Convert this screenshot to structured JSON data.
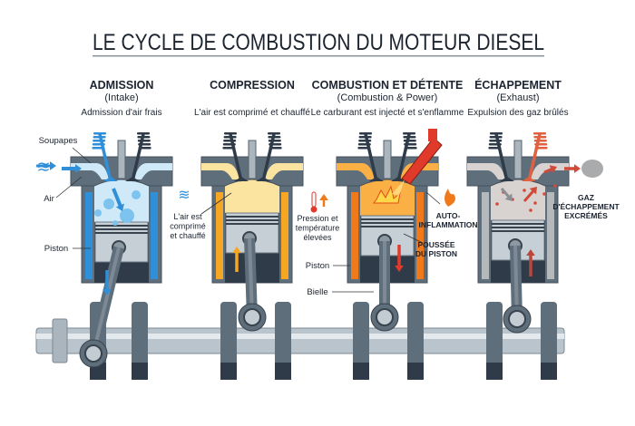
{
  "title": "LE CYCLE DE COMBUSTION DU MOTEUR DIESEL",
  "colors": {
    "steel": "#5f6e7b",
    "steel_dark": "#2f3b48",
    "steel_light": "#c9d2d9",
    "intake": "#2f8fd8",
    "intake_light": "#cfe9f8",
    "compress": "#f5b82e",
    "compress_light": "#fbe4a0",
    "fire": "#f0661b",
    "fire_light": "#fbb045",
    "exhaust": "#9ea3a6",
    "exhaust_light": "#d8d2d0",
    "red": "#e03a2a",
    "title_rule": "#8a949c"
  },
  "stages": [
    {
      "title": "ADMISSION",
      "subtitle": "(Intake)",
      "desc": "Admission d'air frais"
    },
    {
      "title": "COMPRESSION",
      "subtitle": "",
      "desc": "L'air est comprimé et chauffé"
    },
    {
      "title": "COMBUSTION ET DÉTENTE",
      "subtitle": "(Combustion & Power)",
      "desc": "Le carburant est injecté et s'enflamme"
    },
    {
      "title": "ÉCHAPPEMENT",
      "subtitle": "(Exhaust)",
      "desc": "Expulsion des gaz brûlés"
    }
  ],
  "labels": {
    "soupapes": "Soupapes",
    "air": "Air",
    "piston1": "Piston",
    "compressed": [
      "L'air est",
      "comprimé",
      "et chauffé"
    ],
    "pressure": [
      "Pression et",
      "température",
      "élevées"
    ],
    "piston3": "Piston",
    "bielle": "Bielle",
    "auto": [
      "AUTO-",
      "INFLAMMATION"
    ],
    "poussee": [
      "POUSSÉE",
      "DU PISTON"
    ],
    "gaz": [
      "GAZ",
      "D'ÉCHAPPEMENT",
      "EXCRÉMÉS"
    ]
  }
}
